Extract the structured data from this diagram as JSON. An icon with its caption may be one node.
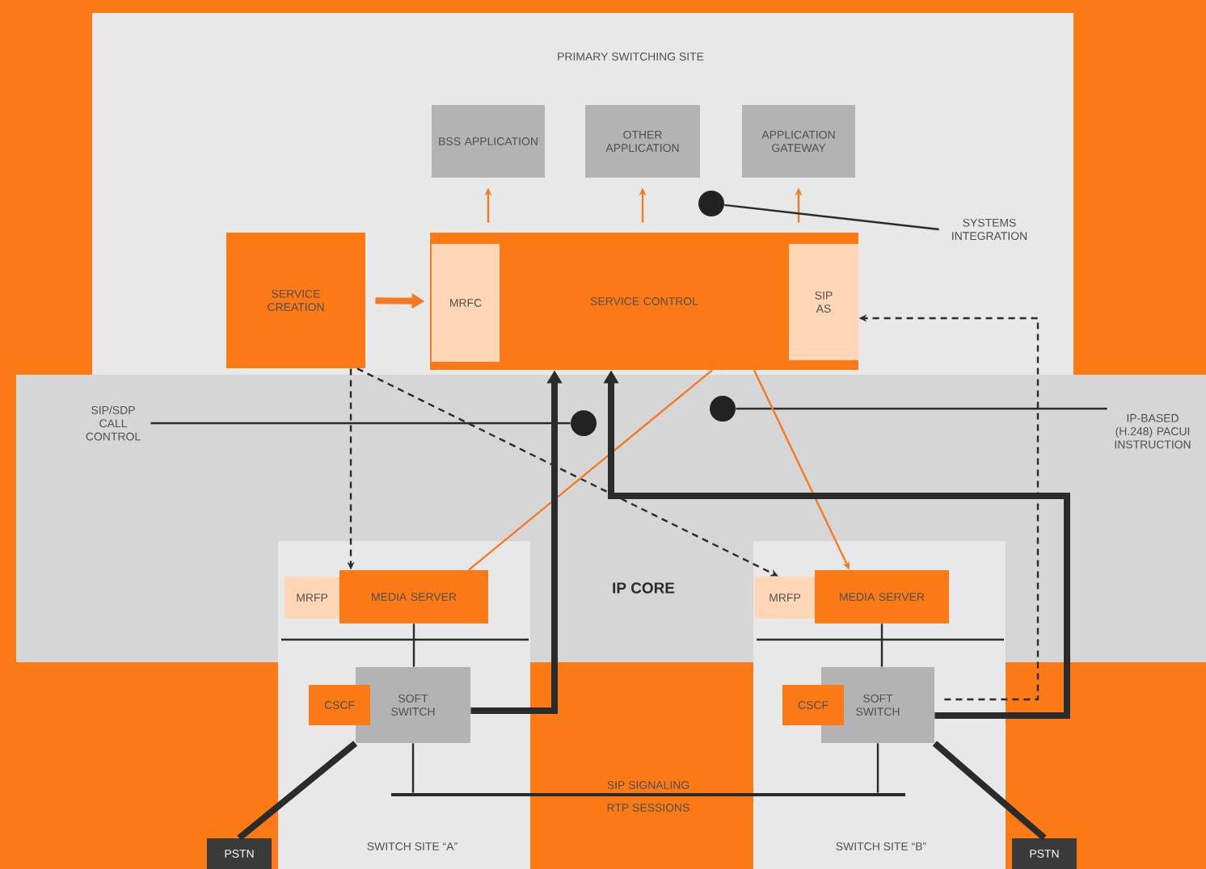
{
  "diagram": {
    "nodes": [
      {
        "text": [
          "PRIMARY SWITCHING SITE"
        ]
      },
      {
        "text": [
          "IP CORE"
        ]
      },
      {
        "text": [
          "SWITCH SITE “A”"
        ]
      },
      {
        "text": [
          "SWITCH SITE “B”"
        ]
      },
      {
        "text": [
          "BSS APPLICATION"
        ],
        "in": 0
      },
      {
        "text": [
          "OTHER APPLICATION"
        ],
        "in": 0
      },
      {
        "text": [
          "APPLICATION GATEWAY"
        ],
        "in": 0
      },
      {
        "text": [
          "SERVICE CREATION"
        ],
        "in": 0
      },
      {
        "text": [
          "SERVICE CONTROL"
        ],
        "in": 0
      },
      {
        "text": [
          "MRFC"
        ],
        "in": 8
      },
      {
        "text": [
          "SIP AS"
        ],
        "in": 8
      },
      {
        "text": [
          "SYSTEMS INTEGRATION"
        ],
        "in": 0
      },
      {
        "text": [
          "SIP/SDP CALL CONTROL"
        ],
        "in": 1
      },
      {
        "text": [
          "IP-BASED (H.248) PACUI INSTRUCTION"
        ],
        "in": 1
      },
      {
        "text": [],
        "shape": "circle",
        "in": 0
      },
      {
        "text": [],
        "shape": "circle",
        "in": 1
      },
      {
        "text": [],
        "shape": "circle",
        "in": 1
      },
      {
        "text": [
          "MEDIA SERVER"
        ]
      },
      {
        "text": [
          "MRFP"
        ]
      },
      {
        "text": [
          "SOFT SWITCH"
        ],
        "in": 2
      },
      {
        "text": [
          "CSCF"
        ],
        "in": 2
      },
      {
        "text": [
          "MEDIA SERVER"
        ]
      },
      {
        "text": [
          "MRFP"
        ]
      },
      {
        "text": [
          "SOFT SWITCH"
        ],
        "in": 3
      },
      {
        "text": [
          "CSCF"
        ],
        "in": 3
      },
      {
        "text": [
          "PSTN"
        ]
      },
      {
        "text": [
          "PSTN"
        ]
      },
      {
        "text": [],
        "shape": "bar",
        "beside": [
          "SIP SIGNALING",
          "RTP SESSIONS"
        ]
      }
    ],
    "edges": [
      {
        "from": 7,
        "to": 8,
        "arrow": "to",
        "style": "thick",
        "color": "#f47a1f"
      },
      {
        "from": 8,
        "to": 4,
        "arrow": "to",
        "color": "#f47a1f"
      },
      {
        "from": 8,
        "to": 5,
        "arrow": "to",
        "color": "#f47a1f"
      },
      {
        "from": 8,
        "to": 6,
        "arrow": "to",
        "color": "#f47a1f"
      },
      {
        "from": 11,
        "to": 14,
        "arrow": "none"
      },
      {
        "from": 12,
        "to": 15,
        "arrow": "none"
      },
      {
        "from": 13,
        "to": 16,
        "arrow": "none"
      },
      {
        "from": 7,
        "to": 17,
        "arrow": "to",
        "style": "dashed"
      },
      {
        "from": 7,
        "to": 22,
        "arrow": "to",
        "style": "dashed"
      },
      {
        "from": 8,
        "to": 17,
        "arrow": "none",
        "color": "#f47a1f"
      },
      {
        "from": 8,
        "to": 21,
        "arrow": "to",
        "color": "#f47a1f"
      },
      {
        "from": 19,
        "to": 8,
        "arrow": "to",
        "style": "thick"
      },
      {
        "from": 23,
        "to": 8,
        "arrow": "to",
        "style": "thick"
      },
      {
        "from": 23,
        "to": 10,
        "arrow": "to",
        "style": "dashed"
      },
      {
        "from": 17,
        "to": 19,
        "arrow": "none"
      },
      {
        "from": 21,
        "to": 23,
        "arrow": "none"
      },
      {
        "from": 25,
        "to": 19,
        "arrow": "none",
        "style": "thick"
      },
      {
        "from": 26,
        "to": 23,
        "arrow": "none",
        "style": "thick"
      },
      {
        "from": 19,
        "to": 27,
        "arrow": "none"
      },
      {
        "from": 23,
        "to": 27,
        "arrow": "none"
      }
    ]
  }
}
